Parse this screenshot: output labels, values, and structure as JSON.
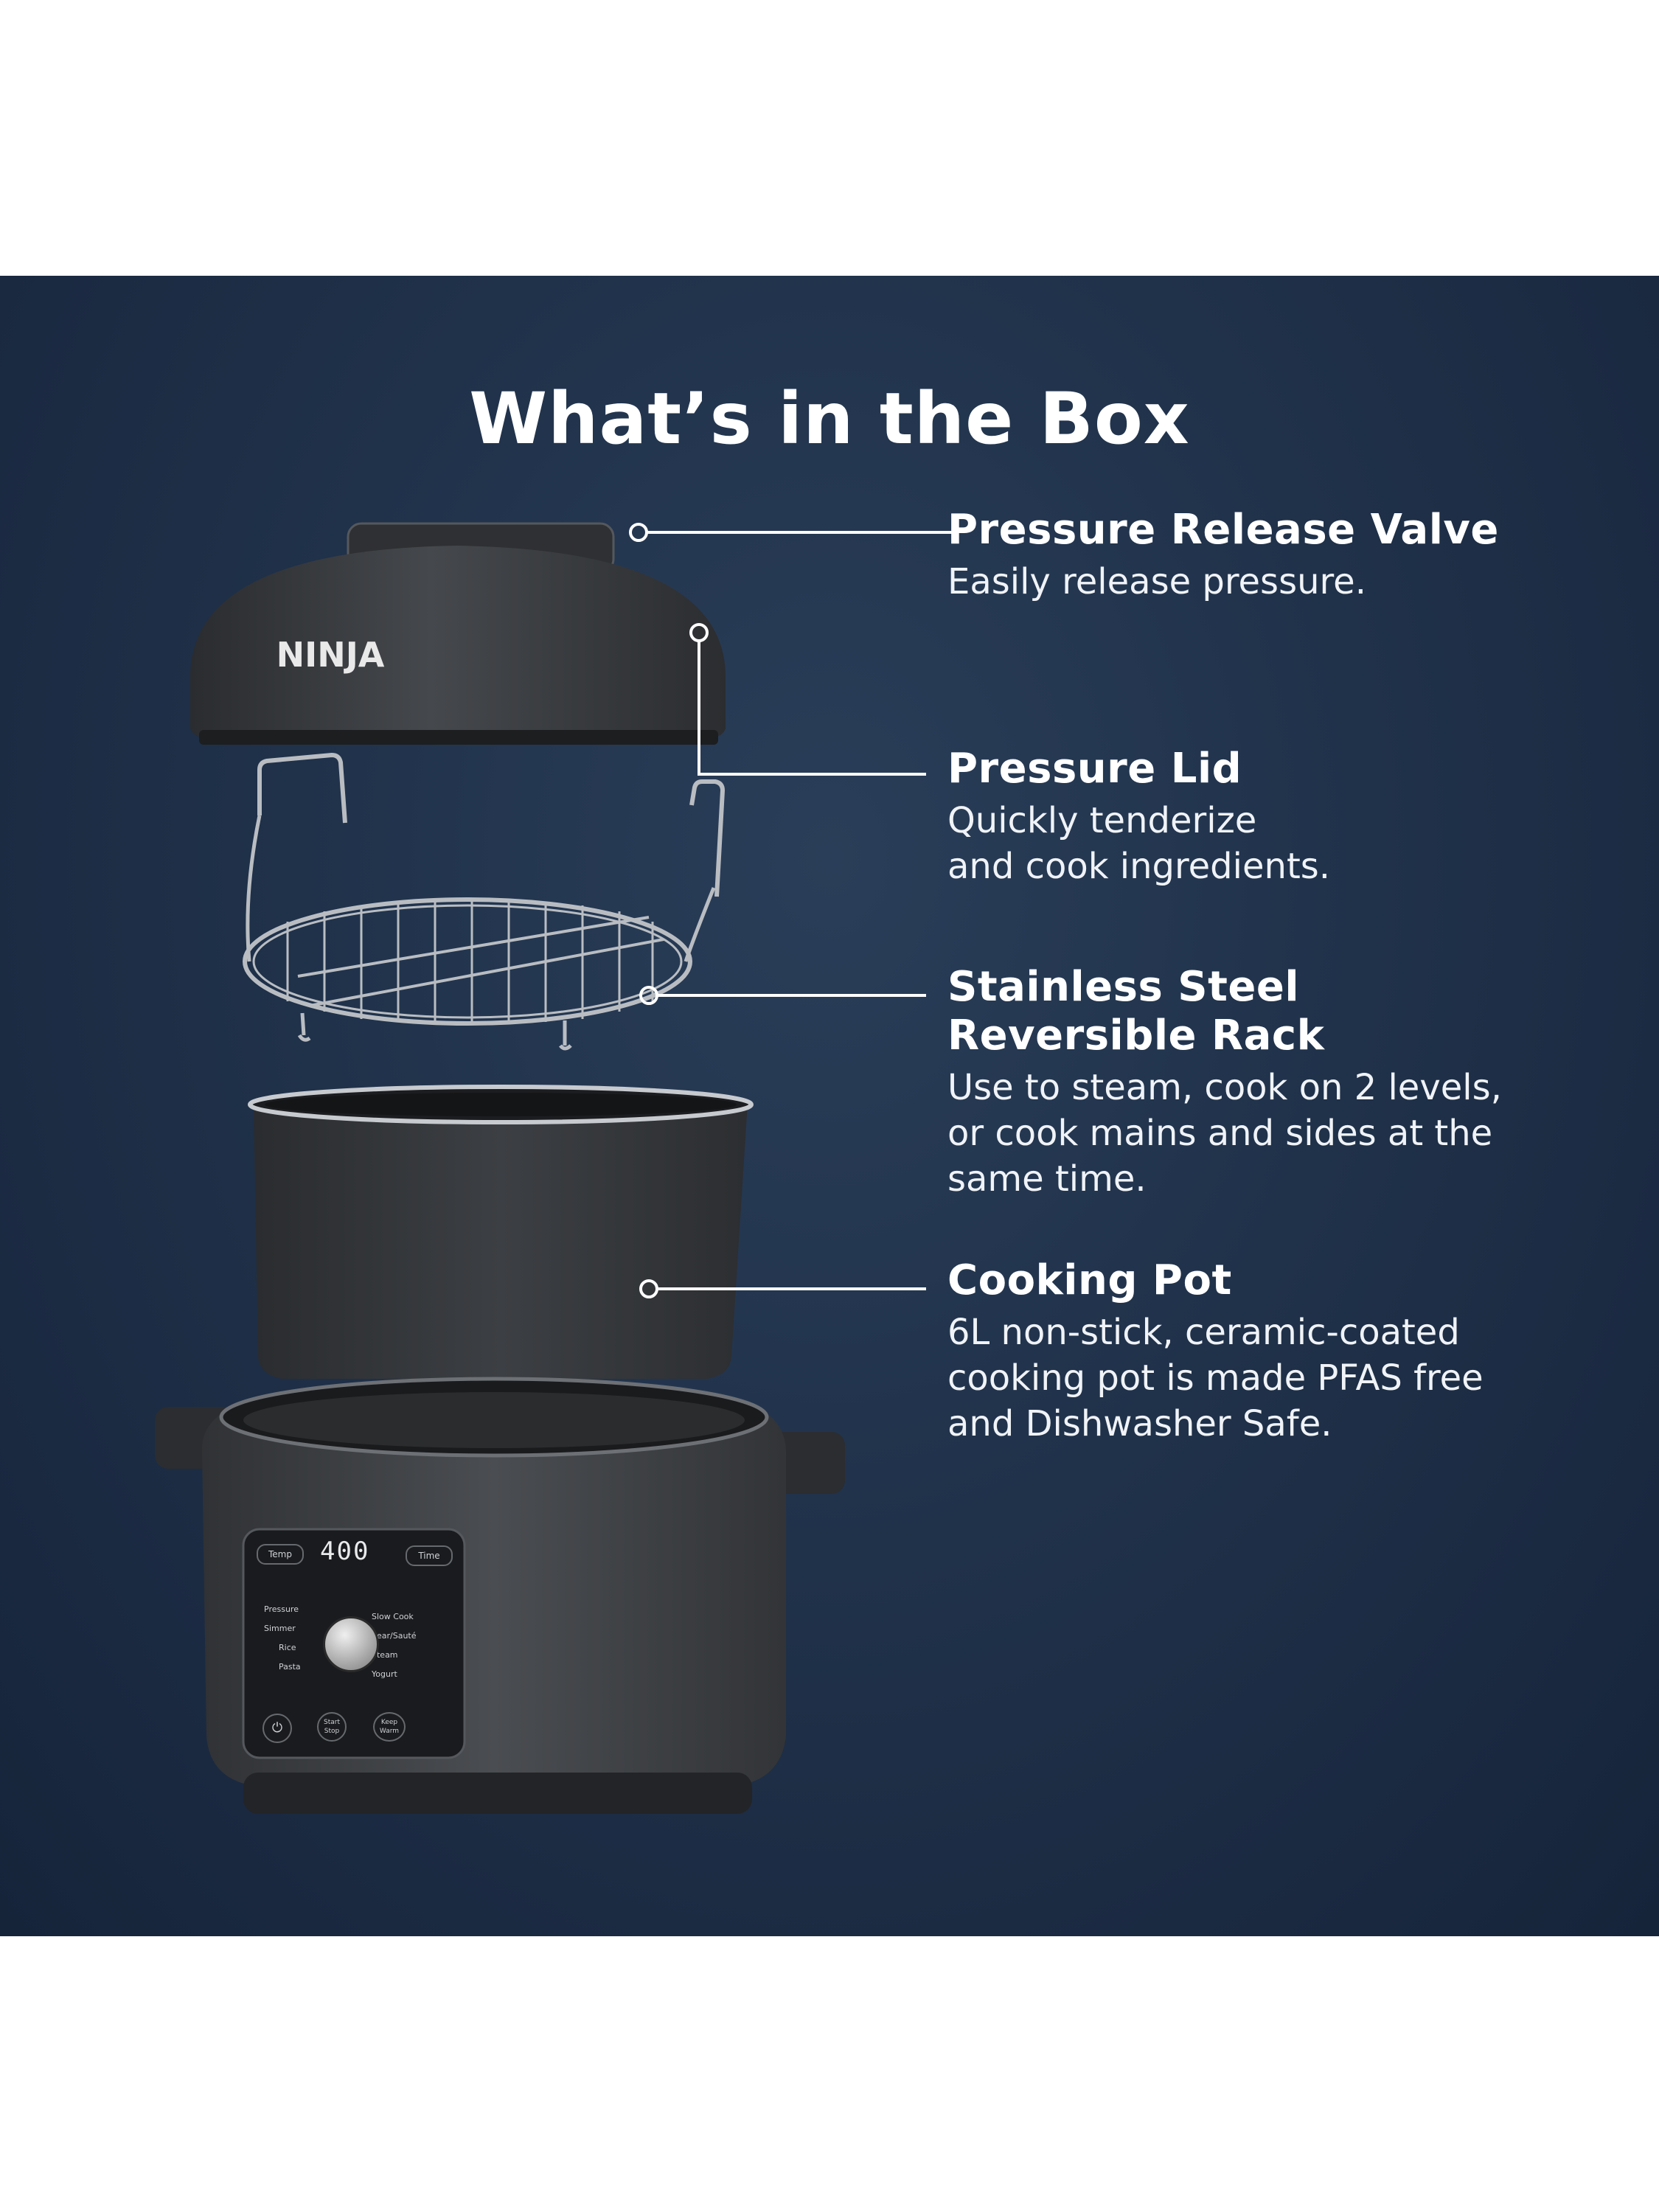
{
  "title": "What’s in the Box",
  "brand": "NINJA",
  "features": [
    {
      "heading": "Pressure Release Valve",
      "description": "Easily release pressure."
    },
    {
      "heading": "Pressure Lid",
      "description": "Quickly tenderize\nand cook ingredients."
    },
    {
      "heading": "Stainless Steel\nReversible Rack",
      "description": "Use to steam, cook on 2 levels,\nor cook mains and sides at the\nsame time."
    },
    {
      "heading": "Cooking Pot",
      "description": "6L non-stick, ceramic-coated\ncooking pot is made PFAS free\nand Dishwasher Safe."
    }
  ],
  "control_panel": {
    "display": "400",
    "temp_label": "Temp",
    "time_label": "Time",
    "left_functions": [
      "Pressure",
      "Simmer",
      "Rice",
      "Pasta"
    ],
    "right_functions": [
      "Slow Cook",
      "Sear/Sauté",
      "Steam",
      "Yogurt"
    ],
    "power_symbol": "⏻",
    "start_label": "Start\nStop",
    "keep_warm_label": "Keep\nWarm"
  },
  "colors": {
    "background": "#1e2f47",
    "text": "#ffffff",
    "appliance": "#3a3d41"
  }
}
